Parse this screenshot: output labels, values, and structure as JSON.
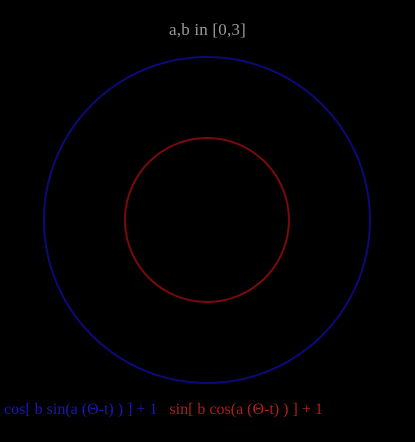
{
  "diagram": {
    "title": "a,b in [0,3]",
    "legend": {
      "blue_formula": "cos[ b sin(a (Θ-t) ) ] + 1",
      "red_formula": "sin[ b cos(a (Θ-t) ) ] + 1"
    },
    "colors": {
      "outer_circle": "#0a0a78",
      "inner_circle": "#7a0a0a",
      "title_text": "#9a9a9a",
      "blue_text": "#1c16b8",
      "red_text": "#b01e1e",
      "background": "#000000"
    }
  }
}
